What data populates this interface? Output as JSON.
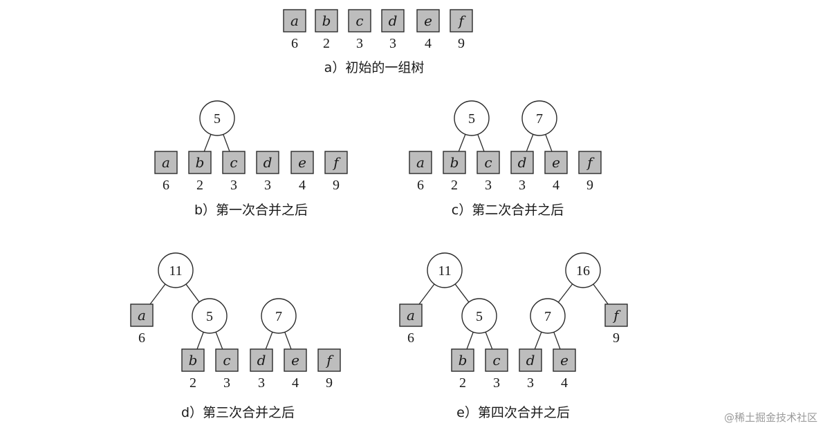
{
  "panels": [
    {
      "id": "a",
      "caption": "a）初始的一组树",
      "leaves": [
        {
          "letter": "a",
          "weight": "6"
        },
        {
          "letter": "b",
          "weight": "2"
        },
        {
          "letter": "c",
          "weight": "3"
        },
        {
          "letter": "d",
          "weight": "3"
        },
        {
          "letter": "e",
          "weight": "4"
        },
        {
          "letter": "f",
          "weight": "9"
        }
      ],
      "nodes": []
    },
    {
      "id": "b",
      "caption": "b）第一次合并之后",
      "leaves": [
        {
          "letter": "a",
          "weight": "6"
        },
        {
          "letter": "b",
          "weight": "2"
        },
        {
          "letter": "c",
          "weight": "3"
        },
        {
          "letter": "d",
          "weight": "3"
        },
        {
          "letter": "e",
          "weight": "4"
        },
        {
          "letter": "f",
          "weight": "9"
        }
      ],
      "nodes": [
        {
          "value": "5"
        }
      ]
    },
    {
      "id": "c",
      "caption": "c）第二次合并之后",
      "leaves": [
        {
          "letter": "a",
          "weight": "6"
        },
        {
          "letter": "b",
          "weight": "2"
        },
        {
          "letter": "c",
          "weight": "3"
        },
        {
          "letter": "d",
          "weight": "3"
        },
        {
          "letter": "e",
          "weight": "4"
        },
        {
          "letter": "f",
          "weight": "9"
        }
      ],
      "nodes": [
        {
          "value": "5"
        },
        {
          "value": "7"
        }
      ]
    },
    {
      "id": "d",
      "caption": "d）第三次合并之后",
      "leaves": [
        {
          "letter": "a",
          "weight": "6"
        },
        {
          "letter": "b",
          "weight": "2"
        },
        {
          "letter": "c",
          "weight": "3"
        },
        {
          "letter": "d",
          "weight": "3"
        },
        {
          "letter": "e",
          "weight": "4"
        },
        {
          "letter": "f",
          "weight": "9"
        }
      ],
      "nodes": [
        {
          "value": "11"
        },
        {
          "value": "5"
        },
        {
          "value": "7"
        }
      ]
    },
    {
      "id": "e",
      "caption": "e）第四次合并之后",
      "leaves": [
        {
          "letter": "a",
          "weight": "6"
        },
        {
          "letter": "b",
          "weight": "2"
        },
        {
          "letter": "c",
          "weight": "3"
        },
        {
          "letter": "d",
          "weight": "3"
        },
        {
          "letter": "e",
          "weight": "4"
        },
        {
          "letter": "f",
          "weight": "9"
        }
      ],
      "nodes": [
        {
          "value": "11"
        },
        {
          "value": "5"
        },
        {
          "value": "16"
        },
        {
          "value": "7"
        }
      ]
    }
  ],
  "watermark": "@稀土掘金技术社区",
  "colors": {
    "leaf_fill": "#bdbdbd",
    "stroke": "#2a2a2a",
    "text": "#1a1a1a"
  }
}
